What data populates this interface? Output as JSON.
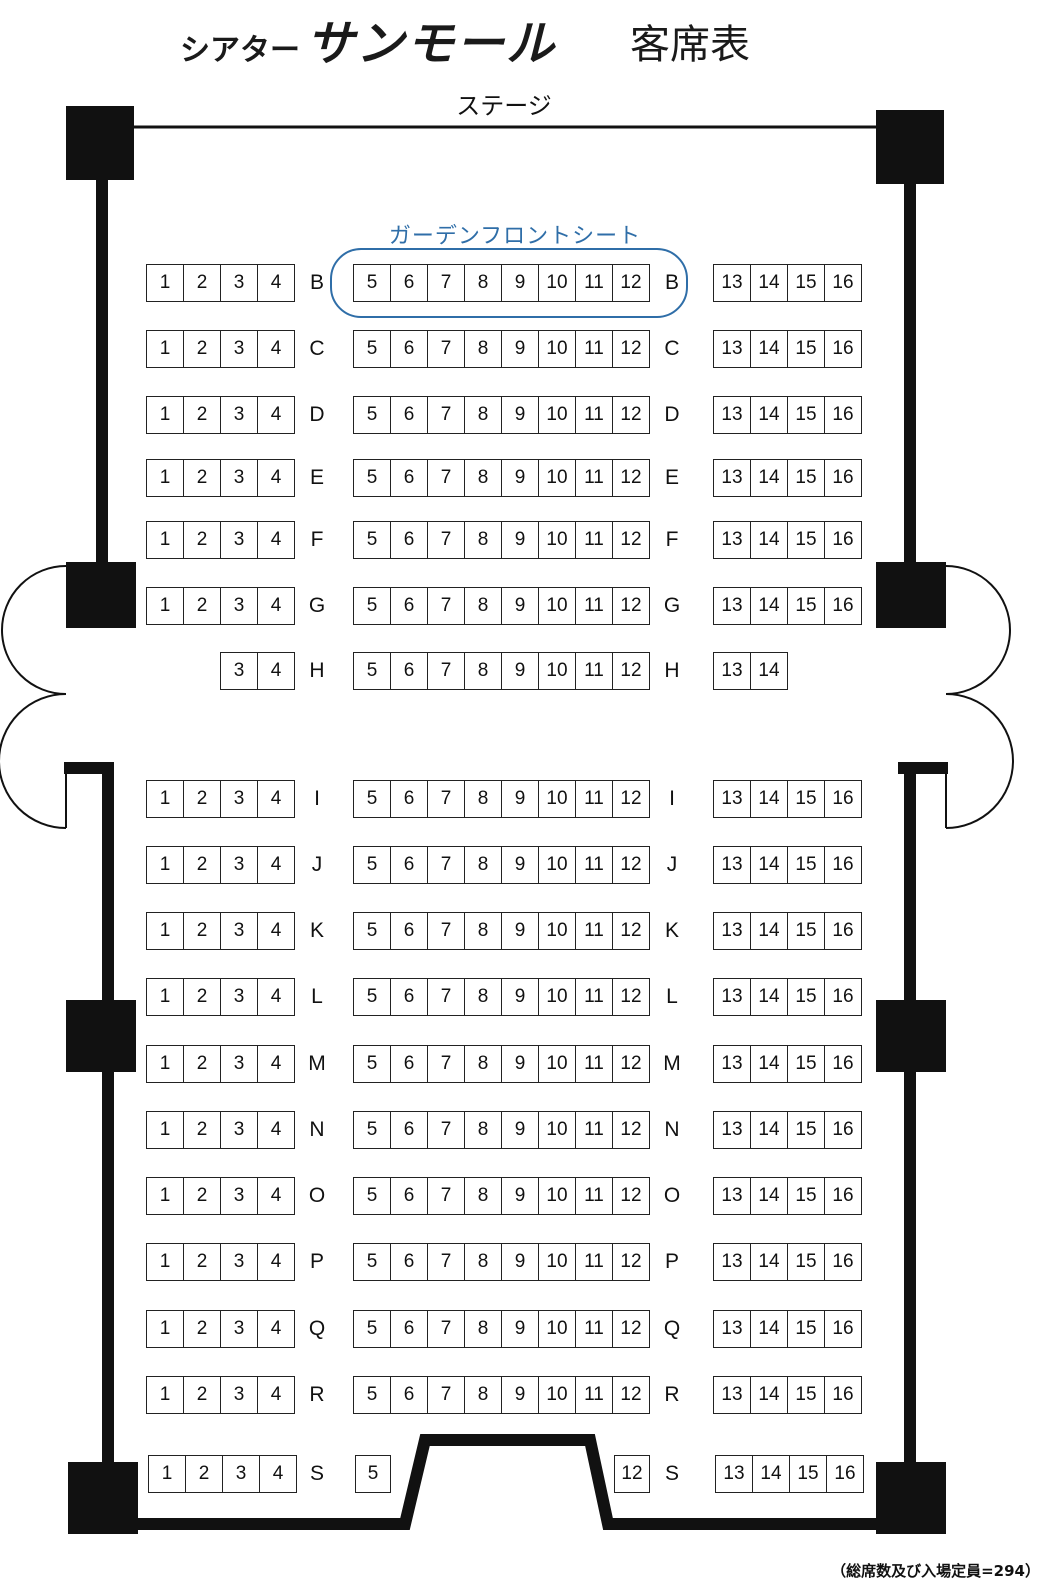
{
  "title": {
    "logo_prefix": "シアター",
    "logo_main": "サンモール",
    "suffix": "客席表"
  },
  "stage_label": "ステージ",
  "front_section_label": "ガーデンフロントシート",
  "footer_note": "（総席数及び入場定員=294）",
  "colors": {
    "wall": "#111111",
    "front_highlight": "#2f6ea8"
  },
  "rows": [
    {
      "label": "B",
      "seats": [
        "1",
        "2",
        "3",
        "4",
        "5",
        "6",
        "7",
        "8",
        "9",
        "10",
        "11",
        "12",
        "13",
        "14",
        "15",
        "16"
      ]
    },
    {
      "label": "C",
      "seats": [
        "1",
        "2",
        "3",
        "4",
        "5",
        "6",
        "7",
        "8",
        "9",
        "10",
        "11",
        "12",
        "13",
        "14",
        "15",
        "16"
      ]
    },
    {
      "label": "D",
      "seats": [
        "1",
        "2",
        "3",
        "4",
        "5",
        "6",
        "7",
        "8",
        "9",
        "10",
        "11",
        "12",
        "13",
        "14",
        "15",
        "16"
      ]
    },
    {
      "label": "E",
      "seats": [
        "1",
        "2",
        "3",
        "4",
        "5",
        "6",
        "7",
        "8",
        "9",
        "10",
        "11",
        "12",
        "13",
        "14",
        "15",
        "16"
      ]
    },
    {
      "label": "F",
      "seats": [
        "1",
        "2",
        "3",
        "4",
        "5",
        "6",
        "7",
        "8",
        "9",
        "10",
        "11",
        "12",
        "13",
        "14",
        "15",
        "16"
      ]
    },
    {
      "label": "G",
      "seats": [
        "1",
        "2",
        "3",
        "4",
        "5",
        "6",
        "7",
        "8",
        "9",
        "10",
        "11",
        "12",
        "13",
        "14",
        "15",
        "16"
      ]
    },
    {
      "label": "H",
      "seats": [
        "3",
        "4",
        "5",
        "6",
        "7",
        "8",
        "9",
        "10",
        "11",
        "12",
        "13",
        "14"
      ]
    },
    {
      "label": "I",
      "seats": [
        "1",
        "2",
        "3",
        "4",
        "5",
        "6",
        "7",
        "8",
        "9",
        "10",
        "11",
        "12",
        "13",
        "14",
        "15",
        "16"
      ]
    },
    {
      "label": "J",
      "seats": [
        "1",
        "2",
        "3",
        "4",
        "5",
        "6",
        "7",
        "8",
        "9",
        "10",
        "11",
        "12",
        "13",
        "14",
        "15",
        "16"
      ]
    },
    {
      "label": "K",
      "seats": [
        "1",
        "2",
        "3",
        "4",
        "5",
        "6",
        "7",
        "8",
        "9",
        "10",
        "11",
        "12",
        "13",
        "14",
        "15",
        "16"
      ]
    },
    {
      "label": "L",
      "seats": [
        "1",
        "2",
        "3",
        "4",
        "5",
        "6",
        "7",
        "8",
        "9",
        "10",
        "11",
        "12",
        "13",
        "14",
        "15",
        "16"
      ]
    },
    {
      "label": "M",
      "seats": [
        "1",
        "2",
        "3",
        "4",
        "5",
        "6",
        "7",
        "8",
        "9",
        "10",
        "11",
        "12",
        "13",
        "14",
        "15",
        "16"
      ]
    },
    {
      "label": "N",
      "seats": [
        "1",
        "2",
        "3",
        "4",
        "5",
        "6",
        "7",
        "8",
        "9",
        "10",
        "11",
        "12",
        "13",
        "14",
        "15",
        "16"
      ]
    },
    {
      "label": "O",
      "seats": [
        "1",
        "2",
        "3",
        "4",
        "5",
        "6",
        "7",
        "8",
        "9",
        "10",
        "11",
        "12",
        "13",
        "14",
        "15",
        "16"
      ]
    },
    {
      "label": "P",
      "seats": [
        "1",
        "2",
        "3",
        "4",
        "5",
        "6",
        "7",
        "8",
        "9",
        "10",
        "11",
        "12",
        "13",
        "14",
        "15",
        "16"
      ]
    },
    {
      "label": "Q",
      "seats": [
        "1",
        "2",
        "3",
        "4",
        "5",
        "6",
        "7",
        "8",
        "9",
        "10",
        "11",
        "12",
        "13",
        "14",
        "15",
        "16"
      ]
    },
    {
      "label": "R",
      "seats": [
        "1",
        "2",
        "3",
        "4",
        "5",
        "6",
        "7",
        "8",
        "9",
        "10",
        "11",
        "12",
        "13",
        "14",
        "15",
        "16"
      ]
    },
    {
      "label": "S",
      "seats": [
        "1",
        "2",
        "3",
        "4",
        "5",
        "12",
        "13",
        "14",
        "15",
        "16"
      ]
    }
  ]
}
